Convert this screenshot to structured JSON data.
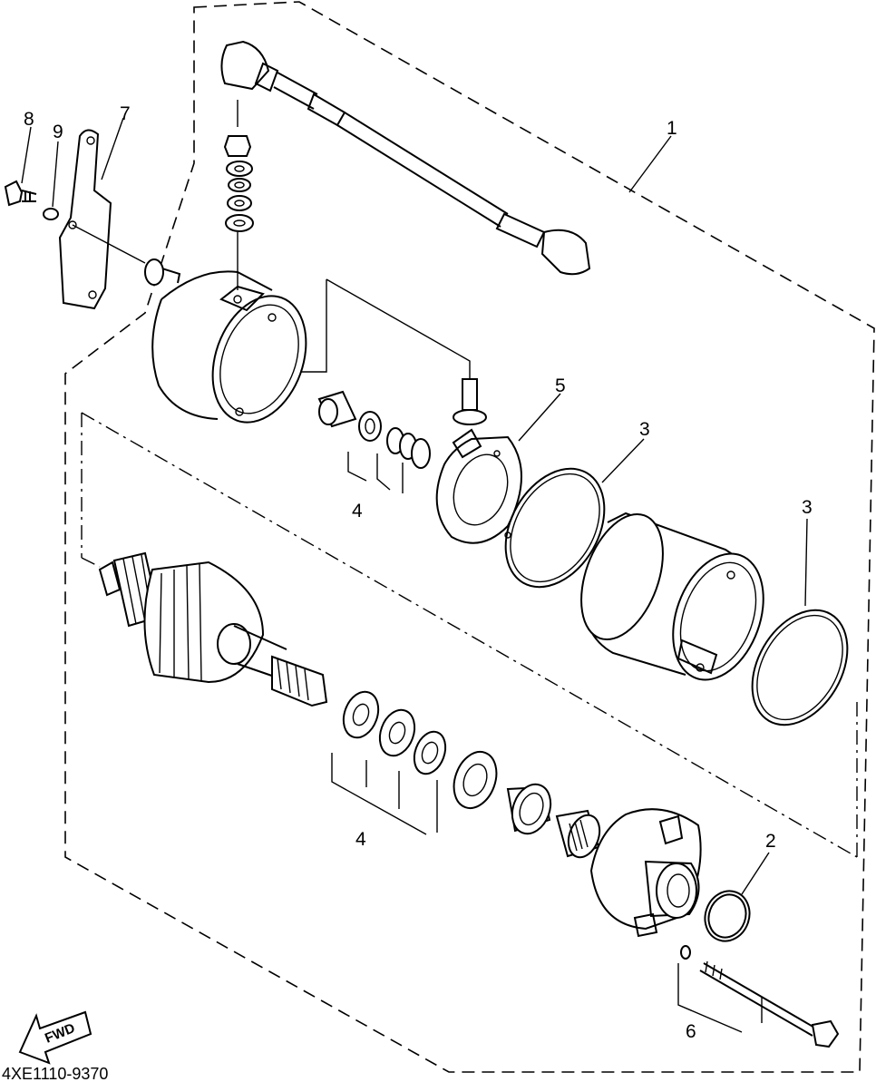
{
  "diagram": {
    "part_labels": [
      {
        "id": "p1",
        "text": "1"
      },
      {
        "id": "p2",
        "text": "2"
      },
      {
        "id": "p3a",
        "text": "3"
      },
      {
        "id": "p3b",
        "text": "3"
      },
      {
        "id": "p4a",
        "text": "4"
      },
      {
        "id": "p4b",
        "text": "4"
      },
      {
        "id": "p5",
        "text": "5"
      },
      {
        "id": "p6",
        "text": "6"
      },
      {
        "id": "p7",
        "text": "7"
      },
      {
        "id": "p8",
        "text": "8"
      },
      {
        "id": "p9",
        "text": "9"
      }
    ],
    "direction_label": "FWD",
    "drawing_code": "4XE1110-9370"
  }
}
